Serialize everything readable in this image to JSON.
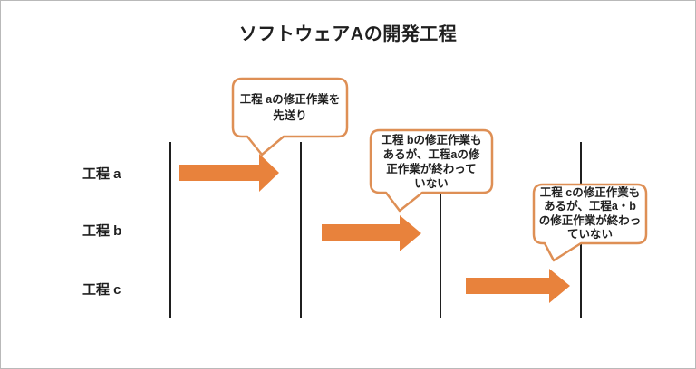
{
  "title": "ソフトウェアAの開発工程",
  "rows": [
    {
      "label": "工程 a"
    },
    {
      "label": "工程 b"
    },
    {
      "label": "工程 c"
    }
  ],
  "callouts": [
    {
      "lines": [
        "工程 aの修正作業を",
        "先送り"
      ]
    },
    {
      "lines": [
        "工程 bの修正作業も",
        "あるが、工程aの修",
        "正作業が終わって",
        "いない"
      ]
    },
    {
      "lines": [
        "工程 cの修正作業も",
        "あるが、工程a・b",
        "の修正作業が終わっ",
        "ていない"
      ]
    }
  ],
  "colors": {
    "arrow": "#E8823C",
    "callout_border": "#DE8F55",
    "timeline": "#1F1F1F",
    "text": "#1F1F1F",
    "frame_border": "#B9B9B9",
    "background": "#FFFFFF"
  }
}
